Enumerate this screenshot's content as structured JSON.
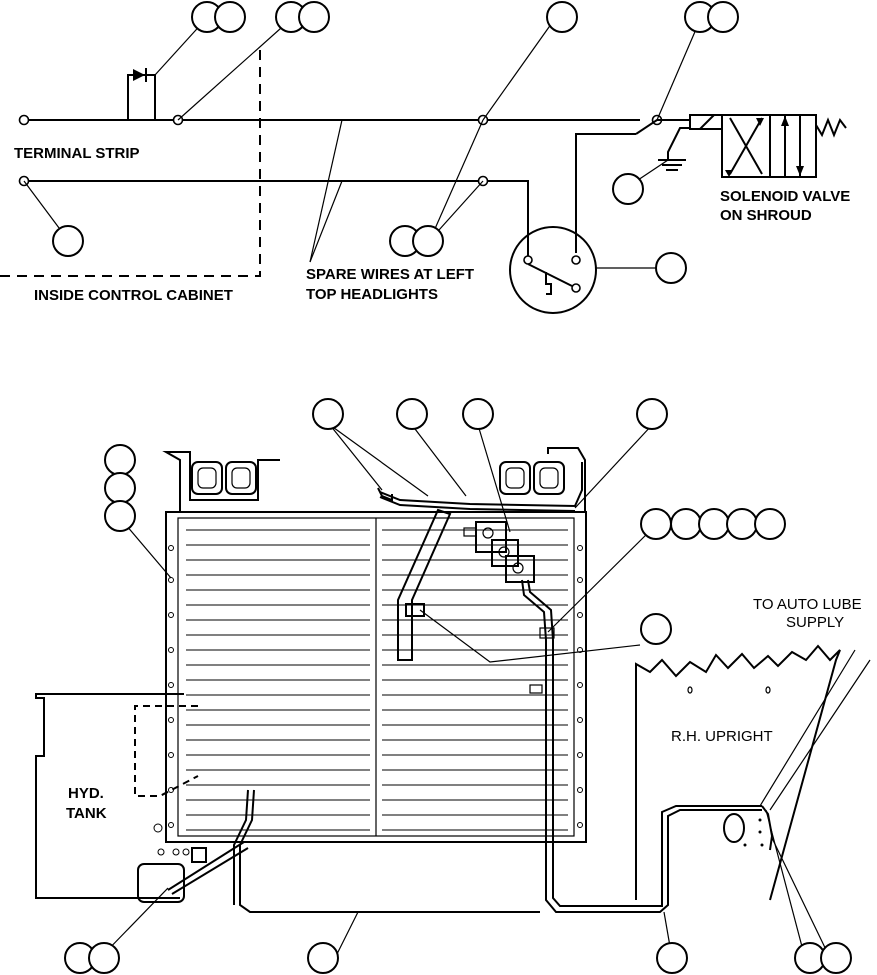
{
  "labels": {
    "terminal_strip": "TERMINAL STRIP",
    "inside_control_cabinet": "INSIDE CONTROL CABINET",
    "spare_wires_1": "SPARE WIRES AT LEFT",
    "spare_wires_2": "TOP HEADLIGHTS",
    "solenoid_1": "SOLENOID VALVE",
    "solenoid_2": "ON SHROUD",
    "auto_lube_1": "TO AUTO LUBE",
    "auto_lube_2": "SUPPLY",
    "rh_upright": "R.H. UPRIGHT",
    "hyd_1": "HYD.",
    "hyd_2": "TANK"
  }
}
